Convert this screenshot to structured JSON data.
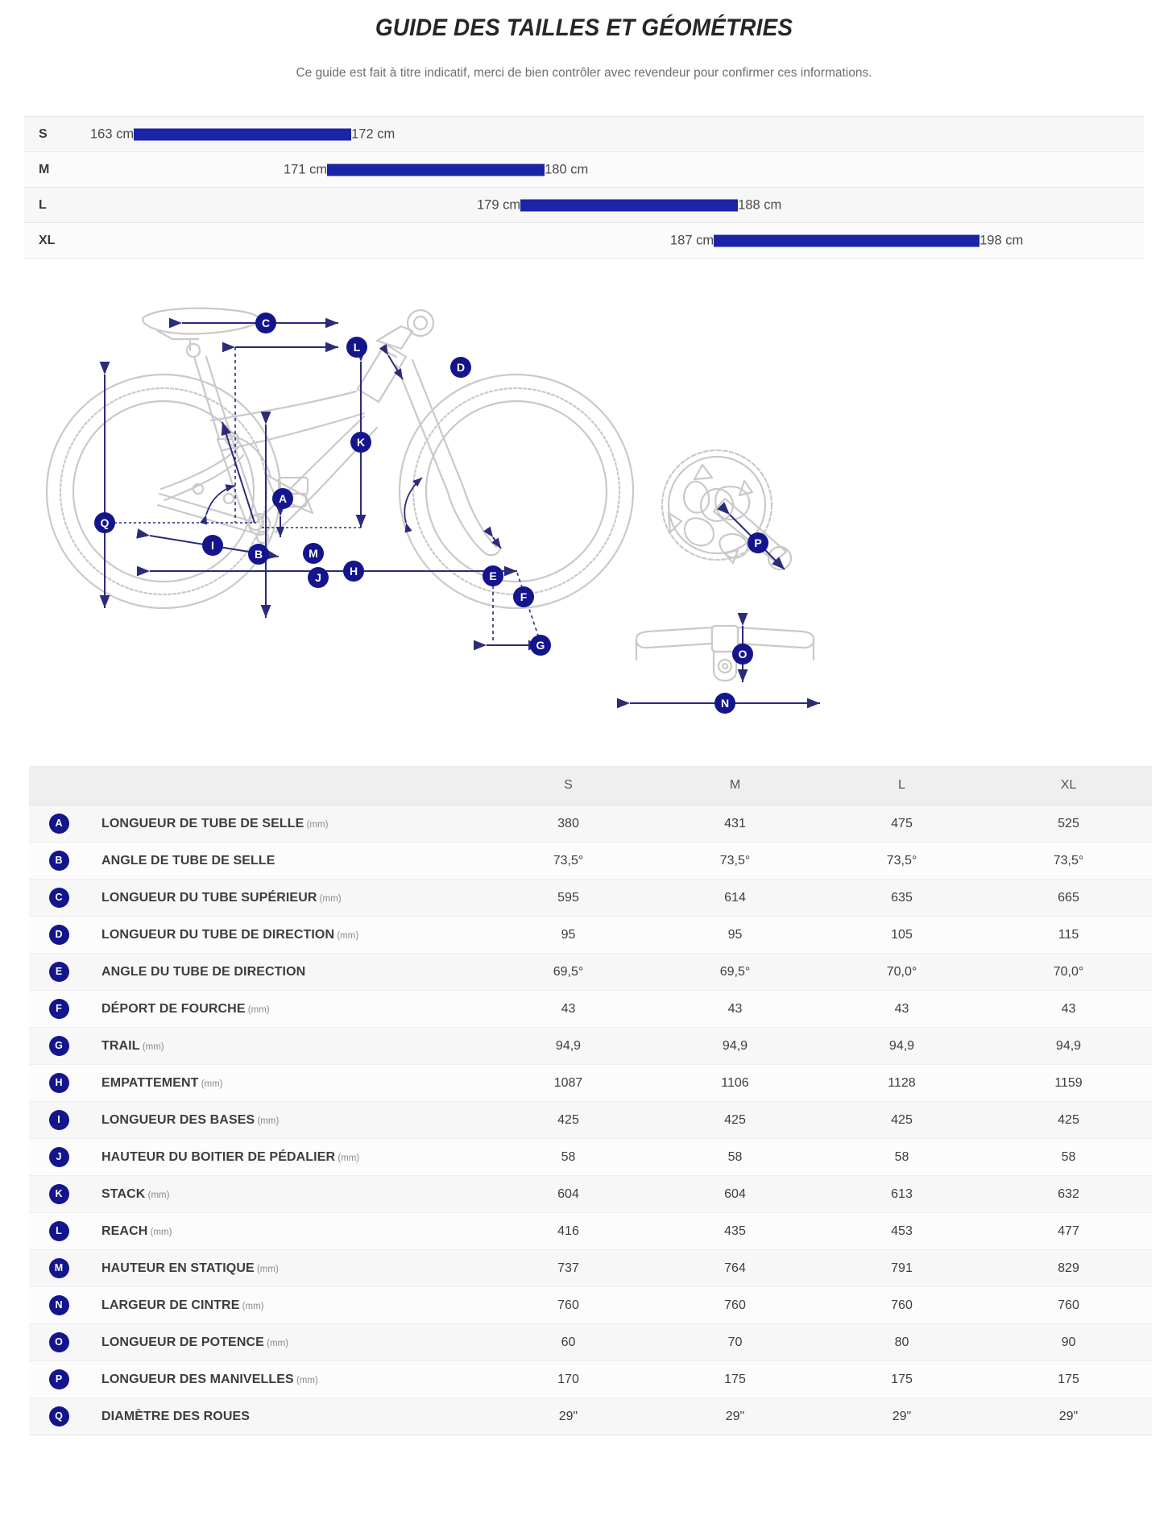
{
  "header": {
    "title": "GUIDE DES TAILLES ET GÉOMÉTRIES",
    "subtitle": "Ce guide est fait à titre indicatif, merci de bien contrôler avec revendeur pour confirmer ces informations."
  },
  "colors": {
    "bar_blue": "#1b23a6",
    "badge_navy": "#14158c",
    "diagram_line": "#c9c9c9",
    "dimension_line": "#2b2b7a"
  },
  "size_chart": {
    "unit": "cm",
    "rows": [
      {
        "size": "S",
        "min": 163,
        "max": 172,
        "min_label": "163 cm",
        "max_label": "172 cm"
      },
      {
        "size": "M",
        "min": 171,
        "max": 180,
        "min_label": "171 cm",
        "max_label": "180 cm"
      },
      {
        "size": "L",
        "min": 179,
        "max": 188,
        "min_label": "179 cm",
        "max_label": "188 cm"
      },
      {
        "size": "XL",
        "min": 187,
        "max": 198,
        "min_label": "187 cm",
        "max_label": "198 cm"
      }
    ],
    "scale": {
      "axis_min": 160,
      "axis_max": 201
    }
  },
  "diagram": {
    "letters": [
      "A",
      "B",
      "C",
      "D",
      "E",
      "F",
      "G",
      "H",
      "I",
      "J",
      "K",
      "L",
      "M",
      "N",
      "O",
      "P",
      "Q"
    ],
    "views": [
      "side-view-bike",
      "handlebar-top-view",
      "crankset-view"
    ]
  },
  "geometry_table": {
    "columns": [
      "S",
      "M",
      "L",
      "XL"
    ],
    "rows": [
      {
        "key": "A",
        "name": "LONGUEUR DE TUBE DE SELLE",
        "unit": "(mm)",
        "values": [
          "380",
          "431",
          "475",
          "525"
        ]
      },
      {
        "key": "B",
        "name": "ANGLE DE TUBE DE SELLE",
        "unit": "",
        "values": [
          "73,5°",
          "73,5°",
          "73,5°",
          "73,5°"
        ]
      },
      {
        "key": "C",
        "name": "LONGUEUR DU TUBE SUPÉRIEUR",
        "unit": "(mm)",
        "values": [
          "595",
          "614",
          "635",
          "665"
        ]
      },
      {
        "key": "D",
        "name": "LONGUEUR DU TUBE DE DIRECTION",
        "unit": "(mm)",
        "values": [
          "95",
          "95",
          "105",
          "115"
        ]
      },
      {
        "key": "E",
        "name": "ANGLE DU TUBE DE DIRECTION",
        "unit": "",
        "values": [
          "69,5°",
          "69,5°",
          "70,0°",
          "70,0°"
        ]
      },
      {
        "key": "F",
        "name": "DÉPORT DE FOURCHE",
        "unit": "(mm)",
        "values": [
          "43",
          "43",
          "43",
          "43"
        ]
      },
      {
        "key": "G",
        "name": "TRAIL",
        "unit": "(mm)",
        "values": [
          "94,9",
          "94,9",
          "94,9",
          "94,9"
        ]
      },
      {
        "key": "H",
        "name": "EMPATTEMENT",
        "unit": "(mm)",
        "values": [
          "1087",
          "1106",
          "1128",
          "1159"
        ]
      },
      {
        "key": "I",
        "name": "LONGUEUR DES BASES",
        "unit": "(mm)",
        "values": [
          "425",
          "425",
          "425",
          "425"
        ]
      },
      {
        "key": "J",
        "name": "HAUTEUR DU BOITIER DE PÉDALIER",
        "unit": "(mm)",
        "values": [
          "58",
          "58",
          "58",
          "58"
        ]
      },
      {
        "key": "K",
        "name": "STACK",
        "unit": "(mm)",
        "values": [
          "604",
          "604",
          "613",
          "632"
        ]
      },
      {
        "key": "L",
        "name": "REACH",
        "unit": "(mm)",
        "values": [
          "416",
          "435",
          "453",
          "477"
        ]
      },
      {
        "key": "M",
        "name": "HAUTEUR EN STATIQUE",
        "unit": "(mm)",
        "values": [
          "737",
          "764",
          "791",
          "829"
        ]
      },
      {
        "key": "N",
        "name": "LARGEUR DE CINTRE",
        "unit": "(mm)",
        "values": [
          "760",
          "760",
          "760",
          "760"
        ]
      },
      {
        "key": "O",
        "name": "LONGUEUR DE POTENCE",
        "unit": "(mm)",
        "values": [
          "60",
          "70",
          "80",
          "90"
        ]
      },
      {
        "key": "P",
        "name": "LONGUEUR DES MANIVELLES",
        "unit": "(mm)",
        "values": [
          "170",
          "175",
          "175",
          "175"
        ]
      },
      {
        "key": "Q",
        "name": "DIAMÈTRE DES ROUES",
        "unit": "",
        "values": [
          "29\"",
          "29\"",
          "29\"",
          "29\""
        ]
      }
    ]
  }
}
